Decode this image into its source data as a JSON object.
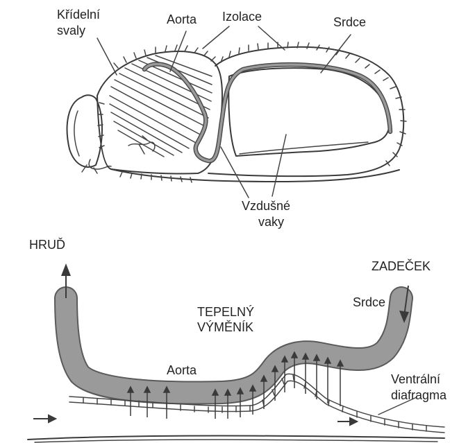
{
  "labels": {
    "wing_muscles_line1": "Křídelní",
    "wing_muscles_line2": "svaly",
    "aorta_top": "Aorta",
    "insulation": "Izolace",
    "heart_top": "Srdce",
    "air_sacs_line1": "Vzdušné",
    "air_sacs_line2": "vaky",
    "thorax": "HRUĎ",
    "abdomen": "ZADEČEK",
    "heart_bottom": "Srdce",
    "heat_exchanger_line1": "TEPELNÝ",
    "heat_exchanger_line2": "VÝMĚNÍK",
    "aorta_bottom": "Aorta",
    "ventral_diaphragm_line1": "Ventrální",
    "ventral_diaphragm_line2": "diafragma"
  },
  "colors": {
    "vessel_fill": "#9a9a9a",
    "ink": "#3a3a3a"
  }
}
